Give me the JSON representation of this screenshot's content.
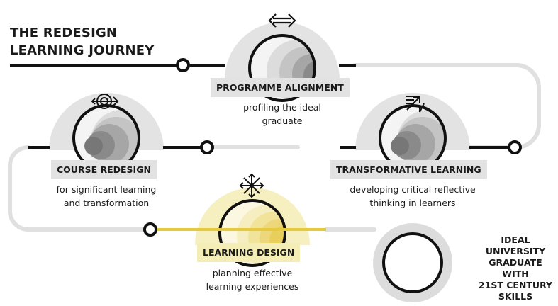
{
  "title": {
    "line1": "THE REDESIGN",
    "line2": "LEARNING JOURNEY"
  },
  "stages": {
    "programme": {
      "label": "PROGRAMME ALIGNMENT",
      "desc1": "profiling the ideal",
      "desc2": "graduate",
      "icon": "double-arrow-icon"
    },
    "course": {
      "label": "COURSE REDESIGN",
      "desc1": "for significant learning",
      "desc2": "and transformation",
      "icon": "target-arrow-icon"
    },
    "transformative": {
      "label": "TRANSFORMATIVE LEARNING",
      "desc1": "developing critical reflective",
      "desc2": "thinking in learners",
      "icon": "expand-arrows-icon"
    },
    "design": {
      "label": "LEARNING DESIGN",
      "desc1": "planning effective",
      "desc2": "learning experiences",
      "icon": "network-arrows-icon"
    }
  },
  "destination": {
    "line1": "IDEAL",
    "line2": "UNIVERSITY",
    "line3": "GRADUATE WITH",
    "line4": "21ST CENTURY",
    "line5": "SKILLS"
  },
  "colors": {
    "black": "#111111",
    "track": "#e0e0e0",
    "arch_grey": "#e3e3e3",
    "label_grey": "#e2e2e2",
    "accent_yellow": "#f2e29a",
    "label_yellow": "#f4eeb6"
  }
}
